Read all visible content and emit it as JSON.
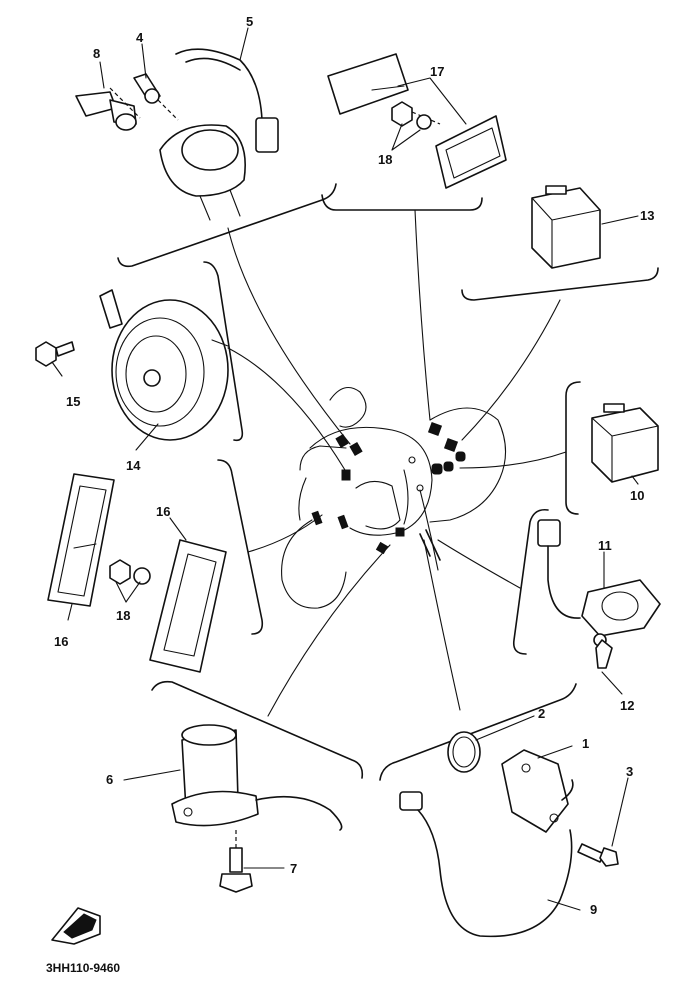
{
  "callouts": {
    "c1": "1",
    "c2": "2",
    "c3": "3",
    "c4": "4",
    "c5": "5",
    "c6": "6",
    "c7": "7",
    "c8": "8",
    "c9": "9",
    "c10": "10",
    "c11": "11",
    "c12": "12",
    "c13": "13",
    "c14": "14",
    "c15": "15",
    "c16a": "16",
    "c16b": "16",
    "c17": "17",
    "c18a": "18",
    "c18b": "18"
  },
  "drawing_code": "3HH110-9460",
  "icons": [
    "front-arrow-icon"
  ]
}
